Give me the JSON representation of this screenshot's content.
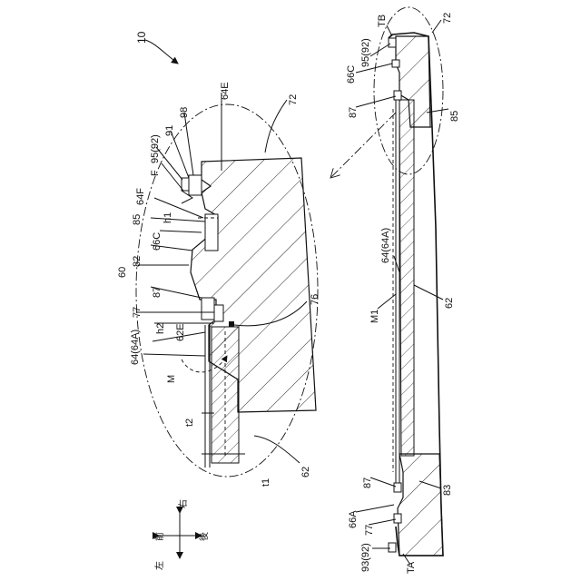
{
  "figure_number": "10",
  "detail_labels": {
    "l64E": "64E",
    "l72a": "72",
    "l98": "98",
    "l91": "91",
    "l95_92a": "95(92)",
    "lF": "F",
    "l64F": "64F",
    "l85a": "85",
    "lh1": "h1",
    "l66Ca": "66C",
    "l82": "82",
    "l60": "60",
    "l87a": "87",
    "l77a": "77",
    "l76": "76",
    "lh2": "h2",
    "l62E": "62E",
    "l64_64Aa": "64(64A)",
    "lM": "M",
    "lt2": "t2",
    "l62a": "62",
    "lt1": "t1"
  },
  "main_labels": {
    "lTB": "TB",
    "l72b": "72",
    "l95_92b": "95(92)",
    "l66Cb": "66C",
    "l87b": "87",
    "l85b": "85",
    "l64_64Ab": "64(64A)",
    "lM1": "M1",
    "l62b": "62",
    "l87c": "87",
    "l83": "83",
    "l66A": "66A",
    "l77b": "77",
    "l93_92": "93(92)",
    "lTA": "TA"
  },
  "directions": {
    "front": "前",
    "right": "右",
    "left": "左",
    "rear": "後"
  },
  "icons": [
    "arrow-icon",
    "direction-compass-icon"
  ]
}
